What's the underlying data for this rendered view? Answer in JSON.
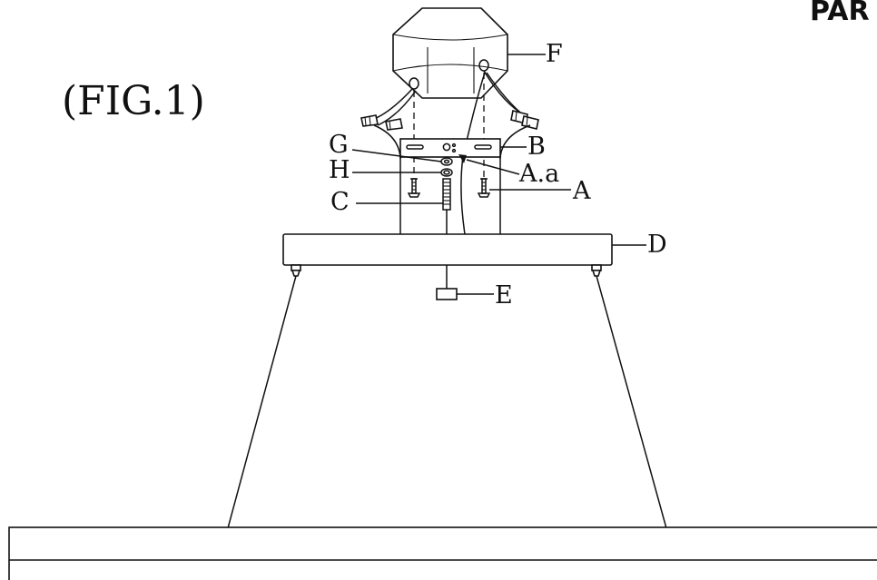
{
  "brand": {
    "text": "PAR"
  },
  "figure": {
    "caption": "(FIG.1)"
  },
  "labels": {
    "F": "F",
    "B": "B",
    "G": "G",
    "H": "H",
    "Aa": "A.a",
    "A": "A",
    "C": "C",
    "D": "D",
    "E": "E"
  }
}
